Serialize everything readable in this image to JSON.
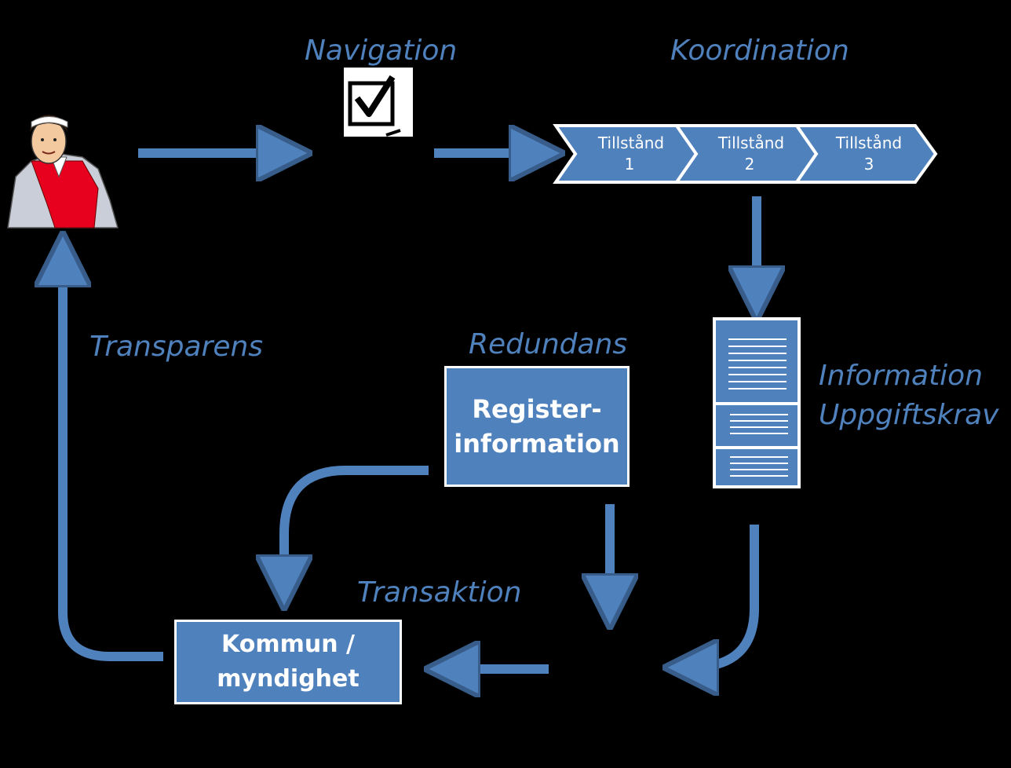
{
  "labels": {
    "navigation": "Navigation",
    "koordination": "Koordination",
    "transparens": "Transparens",
    "redundans": "Redundans",
    "information": "Information",
    "uppgiftskrav": "Uppgiftskrav",
    "transaktion": "Transaktion"
  },
  "chevrons": [
    {
      "line1": "Tillstånd",
      "line2": "1"
    },
    {
      "line1": "Tillstånd",
      "line2": "2"
    },
    {
      "line1": "Tillstånd",
      "line2": "3"
    }
  ],
  "boxes": {
    "register_line1": "Register-",
    "register_line2": "information",
    "kommun_line1": "Kommun /",
    "kommun_line2": "myndighet"
  },
  "icons": {
    "person": "chef-person-icon",
    "checkbox": "checkbox-checked-icon",
    "document": "document-stack-icon"
  },
  "colors": {
    "background": "#000000",
    "label": "#4F81BD",
    "box_fill": "#4F81BD",
    "arrow_fill": "#4F81BD",
    "arrow_stroke": "#385D8A"
  }
}
